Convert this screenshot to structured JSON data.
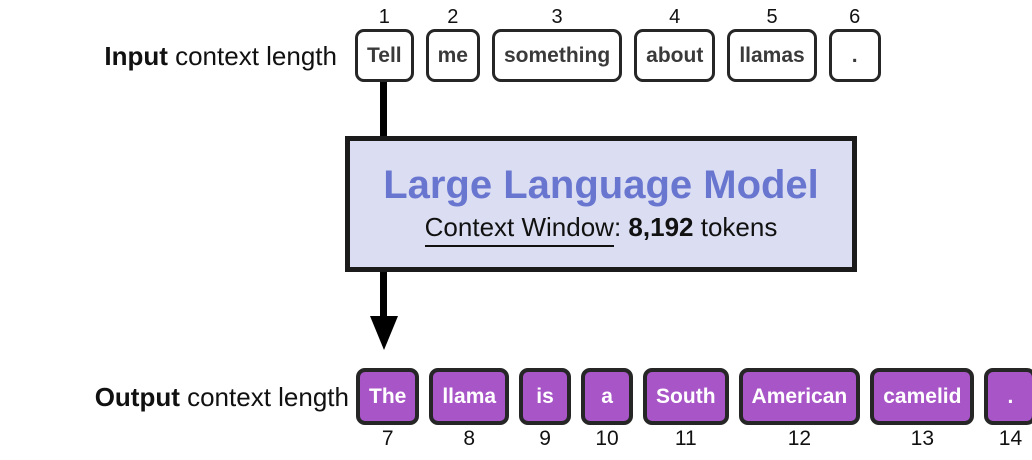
{
  "input_label": {
    "bold": "Input",
    "rest": " context length"
  },
  "output_label": {
    "bold": "Output",
    "rest": " context length"
  },
  "model": {
    "title": "Large Language Model",
    "context_window_label": "Context Window",
    "colon": ": ",
    "token_count": "8,192",
    "tokens_suffix": " tokens"
  },
  "input_tokens": [
    {
      "number": "1",
      "text": "Tell"
    },
    {
      "number": "2",
      "text": "me"
    },
    {
      "number": "3",
      "text": "something"
    },
    {
      "number": "4",
      "text": "about"
    },
    {
      "number": "5",
      "text": "llamas"
    },
    {
      "number": "6",
      "text": "."
    }
  ],
  "output_tokens": [
    {
      "number": "7",
      "text": "The"
    },
    {
      "number": "8",
      "text": "llama"
    },
    {
      "number": "9",
      "text": "is"
    },
    {
      "number": "10",
      "text": "a"
    },
    {
      "number": "11",
      "text": "South"
    },
    {
      "number": "12",
      "text": "American"
    },
    {
      "number": "13",
      "text": "camelid"
    },
    {
      "number": "14",
      "text": "."
    }
  ],
  "colors": {
    "output_token_fill": "#a855c7",
    "model_box_fill": "#dbdef2",
    "model_title_text": "#6976d0",
    "token_border": "#262626",
    "arrow": "#000000"
  }
}
